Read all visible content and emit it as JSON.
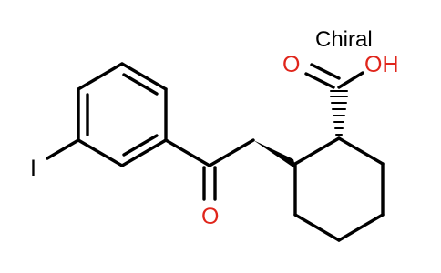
{
  "molecule": {
    "chiral_label": "Chiral",
    "atoms": {
      "iodine": "I",
      "ketone_oxygen": "O",
      "acid_carbonyl_oxygen": "O",
      "acid_hydroxyl": "OH"
    }
  },
  "colors": {
    "bond": "#000000",
    "oxygen": "#e0251b",
    "background": "#ffffff"
  }
}
